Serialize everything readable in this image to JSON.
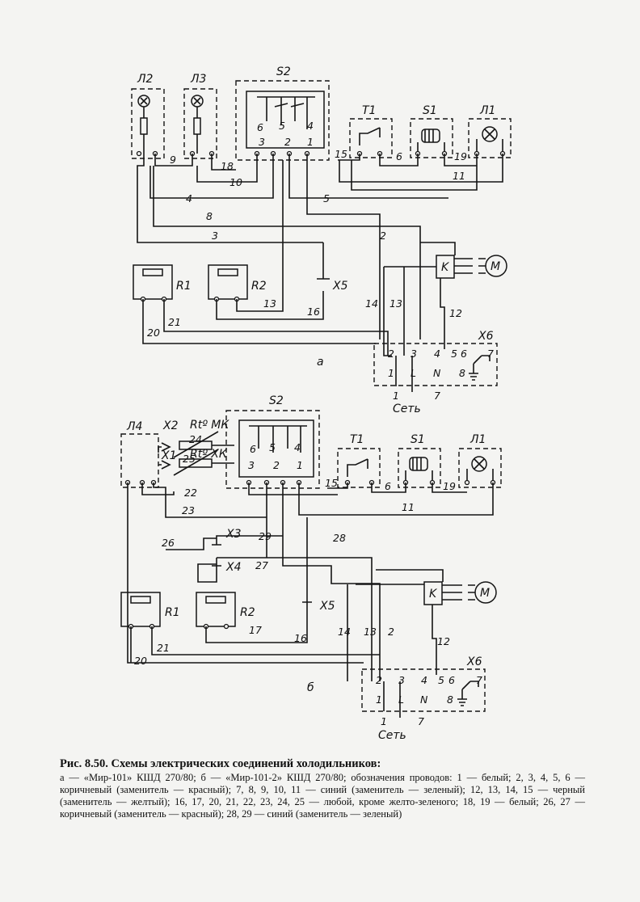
{
  "diagram_a": {
    "part_label": "а",
    "components": {
      "L2": "Л2",
      "L3": "Л3",
      "S2": "S2",
      "T1": "T1",
      "S1": "S1",
      "L1": "Л1",
      "R1": "R1",
      "R2": "R2",
      "K": "K",
      "M": "M",
      "X5": "X5",
      "X6": "X6"
    },
    "s2_contacts": [
      "6",
      "5",
      "4",
      "3",
      "2",
      "1"
    ],
    "wires": {
      "w2": "2",
      "w3": "3",
      "w4": "4",
      "w5": "5",
      "w6": "6",
      "w8": "8",
      "w9": "9",
      "w10": "10",
      "w11": "11",
      "w12": "12",
      "w13a": "13",
      "w13b": "13",
      "w14": "14",
      "w15": "15",
      "w16": "16",
      "w18": "18",
      "w19": "19",
      "w20": "20",
      "w21": "21"
    },
    "terminals": {
      "t2": "2",
      "t3": "3",
      "t4": "4",
      "t5": "5",
      "t6": "6",
      "t7": "7",
      "t8": "8",
      "t1": "1",
      "tL": "L",
      "tN": "N",
      "in1": "1",
      "in7": "7"
    },
    "net": "Сеть"
  },
  "diagram_b": {
    "part_label": "б",
    "components": {
      "L4": "Л4",
      "X2": "X2",
      "X1": "X1",
      "RtMK": "Rtº МК",
      "RtXK": "Rtº ХК",
      "S2": "S2",
      "T1": "T1",
      "S1": "S1",
      "L1": "Л1",
      "R1": "R1",
      "R2": "R2",
      "K": "K",
      "M": "M",
      "X3": "X3",
      "X4": "X4",
      "X5": "X5",
      "X6": "X6"
    },
    "s2_contacts": [
      "6",
      "5",
      "4",
      "3",
      "2",
      "1"
    ],
    "wires": {
      "w2": "2",
      "w6": "6",
      "w11": "11",
      "w12": "12",
      "w13": "13",
      "w14": "14",
      "w15": "15",
      "w16": "16",
      "w17": "17",
      "w19": "19",
      "w20": "20",
      "w21": "21",
      "w22": "22",
      "w23": "23",
      "w24": "24",
      "w25": "25",
      "w26": "26",
      "w27": "27",
      "w28": "28",
      "w29": "29"
    },
    "terminals": {
      "t2": "2",
      "t3": "3",
      "t4": "4",
      "t5": "5",
      "t6": "6",
      "t7": "7",
      "t8": "8",
      "t1": "1",
      "tL": "L",
      "tN": "N",
      "in1": "1",
      "in7": "7"
    },
    "net": "Сеть"
  },
  "caption": {
    "title": "Рис. 8.50. Схемы электрических соединений холодильников:",
    "body": "а — «Мир-101» КШД 270/80; б — «Мир-101-2» КШД 270/80; обозначения проводов: 1 — белый; 2, 3, 4, 5, 6 — коричневый (заменитель — красный); 7, 8, 9, 10, 11 — синий (заменитель — зеленый); 12, 13, 14, 15 — черный (заменитель — желтый); 16, 17, 20, 21, 22, 23, 24, 25 — любой, кроме желто-зеленого; 18, 19 — белый; 26, 27 — коричневый (заменитель — красный); 28, 29 — синий (заменитель — зеленый)"
  }
}
